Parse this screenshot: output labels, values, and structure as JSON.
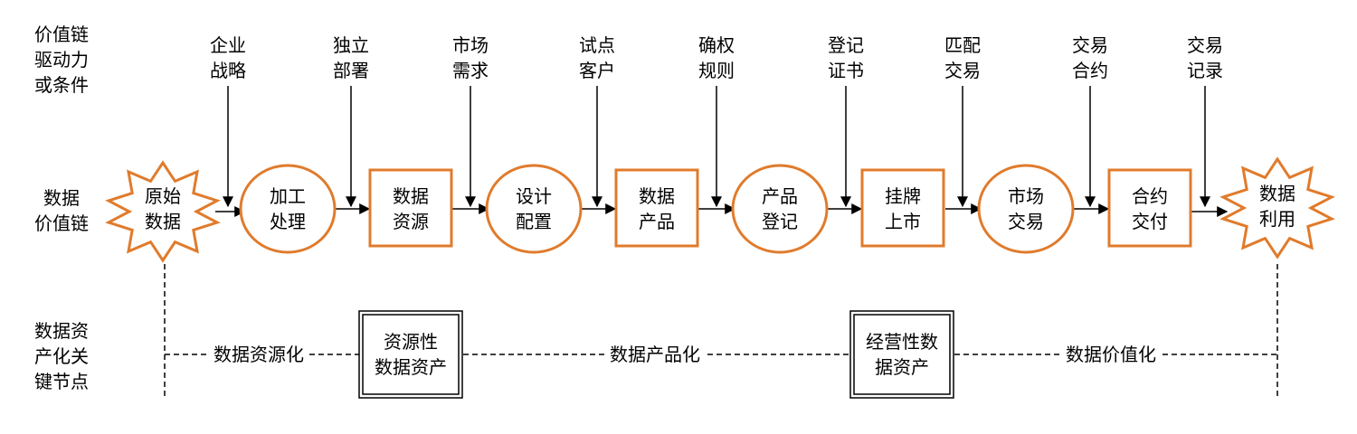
{
  "row_labels": {
    "drivers": "价值链\n驱动力\n或条件",
    "chain": "数据\n价值链",
    "milestones": "数据资\n产化关\n键节点"
  },
  "drivers": [
    "企业\n战略",
    "独立\n部署",
    "市场\n需求",
    "试点\n客户",
    "确权\n规则",
    "登记\n证书",
    "匹配\n交易",
    "交易\n合约",
    "交易\n记录"
  ],
  "nodes": [
    {
      "label": "原始\n数据",
      "shape": "star"
    },
    {
      "label": "加工\n处理",
      "shape": "ellipse"
    },
    {
      "label": "数据\n资源",
      "shape": "rect"
    },
    {
      "label": "设计\n配置",
      "shape": "ellipse"
    },
    {
      "label": "数据\n产品",
      "shape": "rect"
    },
    {
      "label": "产品\n登记",
      "shape": "ellipse"
    },
    {
      "label": "挂牌\n上市",
      "shape": "rect"
    },
    {
      "label": "市场\n交易",
      "shape": "ellipse"
    },
    {
      "label": "合约\n交付",
      "shape": "rect"
    },
    {
      "label": "数据\n利用",
      "shape": "star"
    }
  ],
  "milestones": {
    "segments": [
      "数据资源化",
      "数据产品化",
      "数据价值化"
    ],
    "assets": [
      "资源性\n数据资产",
      "经营性数\n据资产"
    ]
  },
  "colors": {
    "accent": "#e07b2c",
    "line": "#000000"
  }
}
